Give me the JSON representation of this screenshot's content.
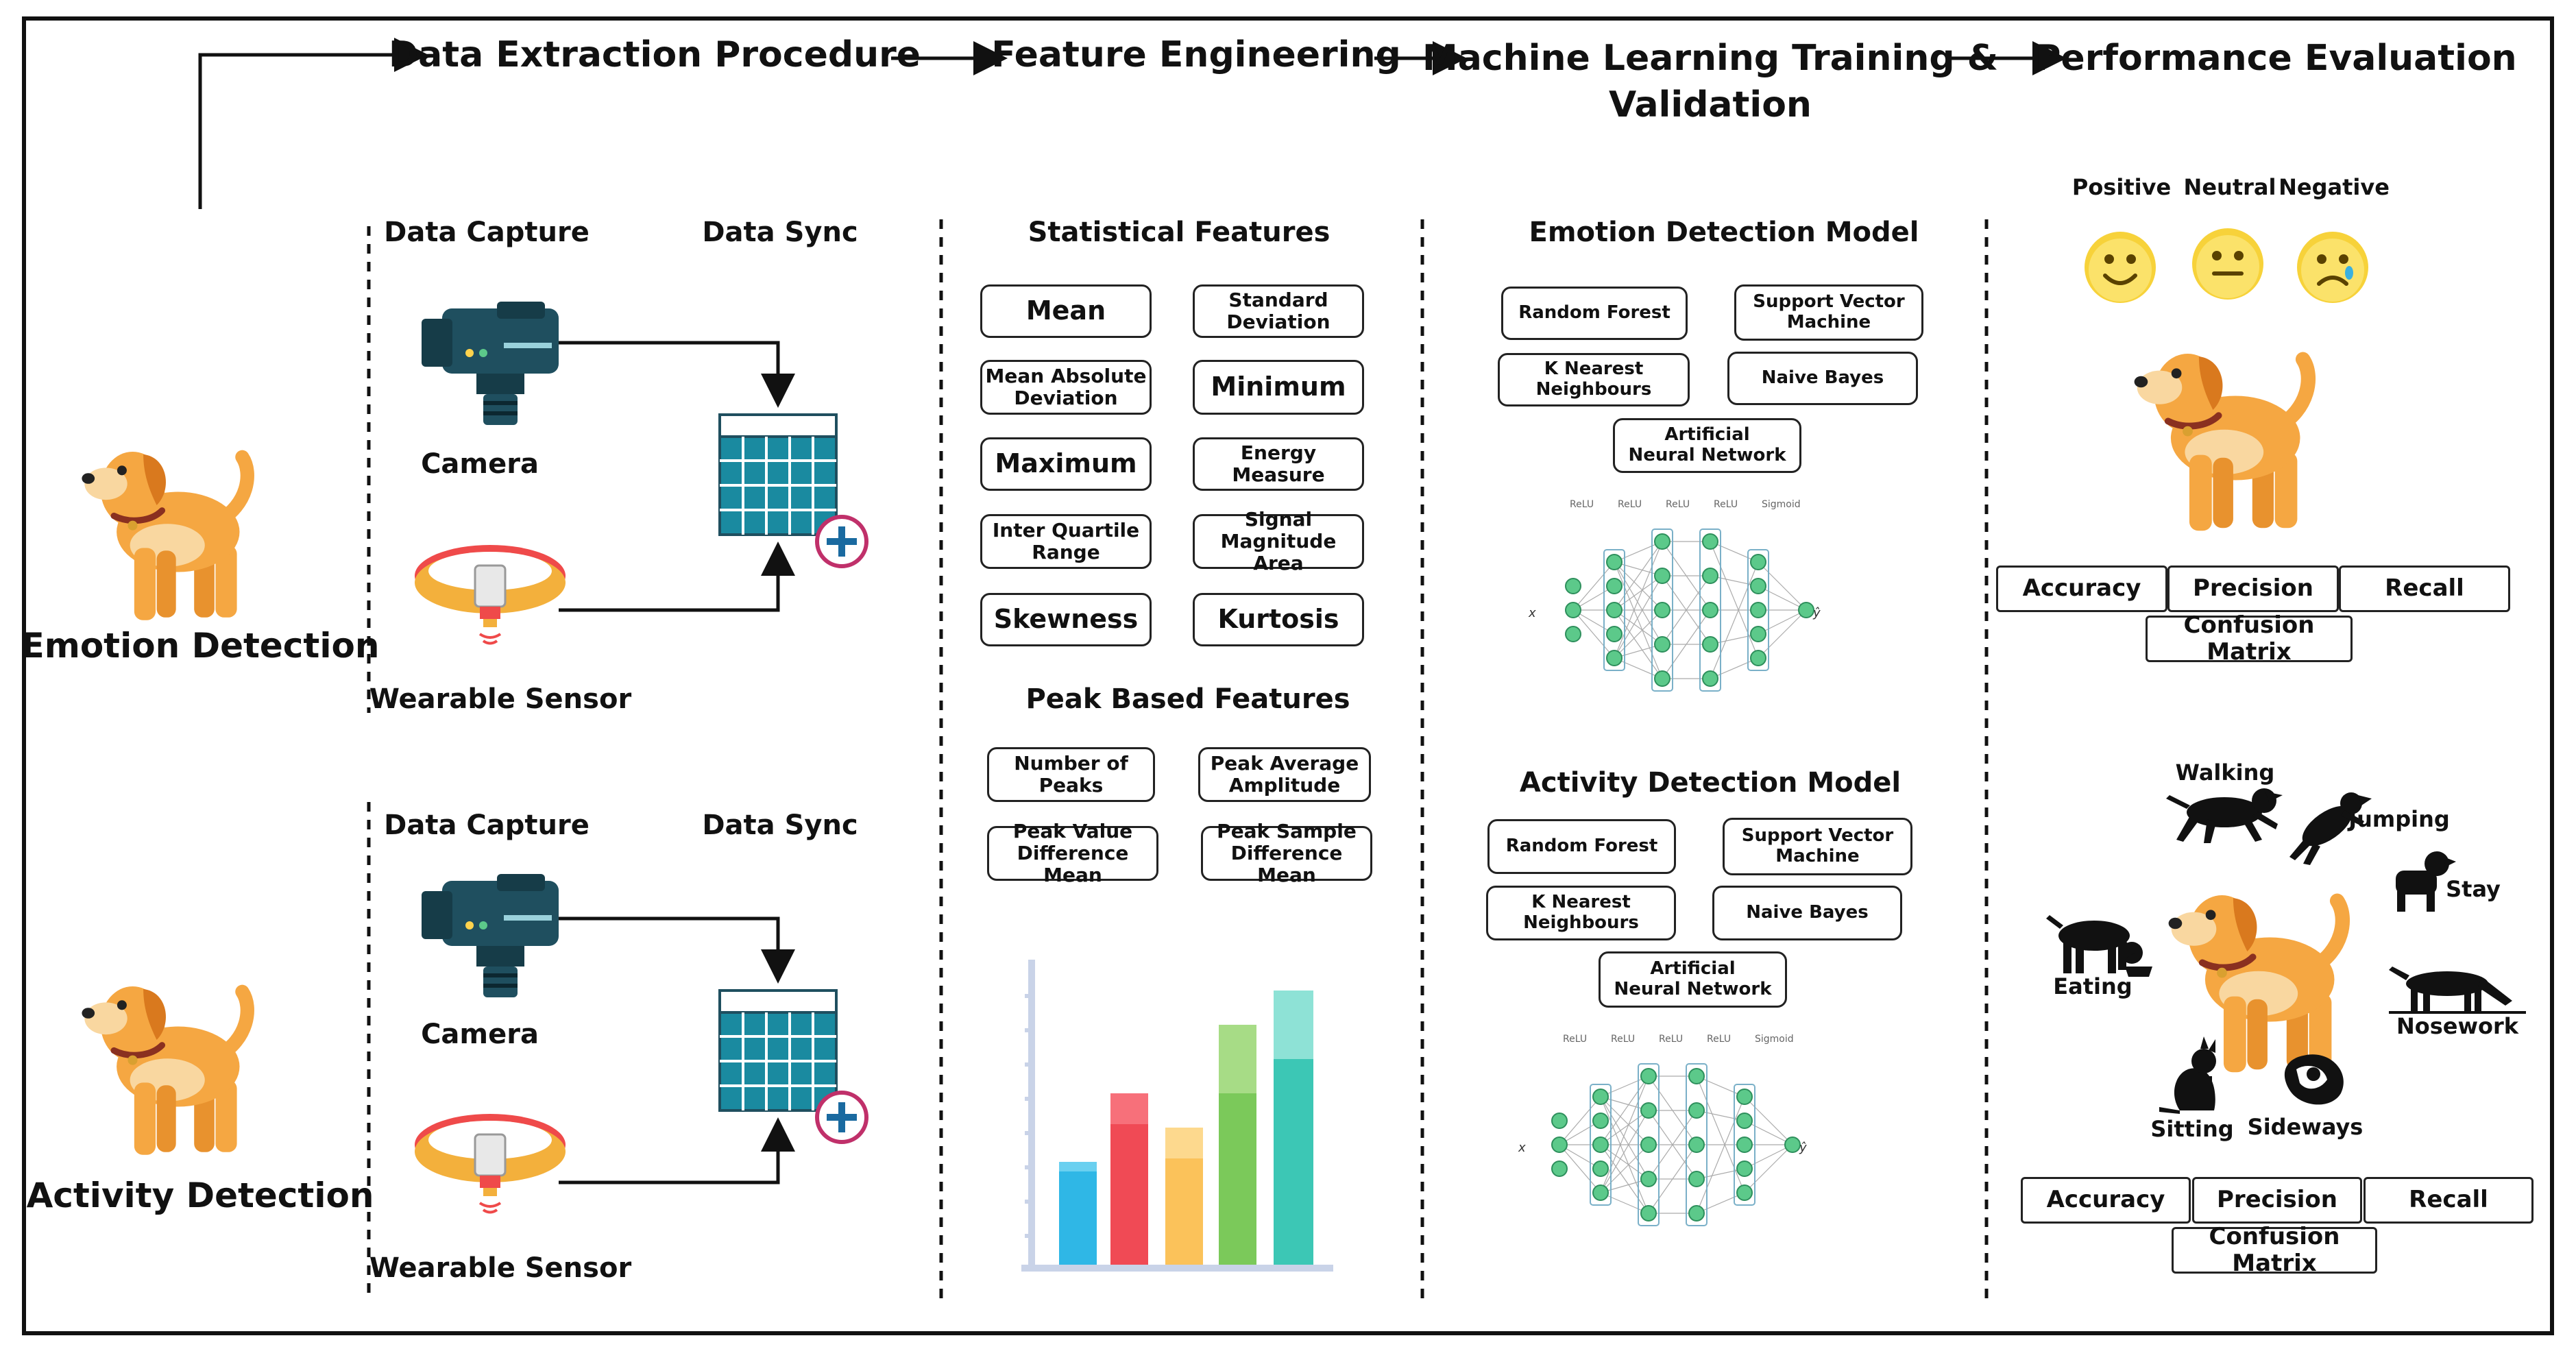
{
  "pipeline": {
    "step1": "Data Extraction Procedure",
    "step2": "Feature Engineering",
    "step3": "Machine Learning Training &",
    "step3b": "Validation",
    "step4": "Performance Evaluation"
  },
  "tasks": {
    "emotion": "Emotion Detection",
    "activity": "Activity Detection"
  },
  "extraction": {
    "data_capture": "Data Capture",
    "data_sync": "Data Sync",
    "camera": "Camera",
    "wearable": "Wearable Sensor"
  },
  "features": {
    "statistical_title": "Statistical Features",
    "mean": "Mean",
    "std": "Standard Deviation",
    "mad1": "Mean Absolute",
    "mad2": "Deviation",
    "minimum": "Minimum",
    "maximum": "Maximum",
    "energy": "Energy Measure",
    "iqr1": "Inter Quartile",
    "iqr2": "Range",
    "sma1": "Signal Magnitude",
    "sma2": "Area",
    "skewness": "Skewness",
    "kurtosis": "Kurtosis",
    "peak_title": "Peak Based Features",
    "num_peaks": "Number of Peaks",
    "paa1": "Peak Average",
    "paa2": "Amplitude",
    "pvdm1": "Peak Value",
    "pvdm2": "Difference Mean",
    "psdm1": "Peak Sample",
    "psdm2": "Difference Mean"
  },
  "models": {
    "emotion_title": "Emotion Detection Model",
    "activity_title": "Activity Detection Model",
    "rf": "Random Forest",
    "svm1": "Support Vector",
    "svm2": "Machine",
    "knn1": "K Nearest",
    "knn2": "Neighbours",
    "nb": "Naive Bayes",
    "ann1": "Artificial",
    "ann2": "Neural Network"
  },
  "evaluation": {
    "positive": "Positive",
    "neutral": "Neutral",
    "negative": "Negative",
    "accuracy": "Accuracy",
    "precision": "Precision",
    "recall": "Recall",
    "confusion": "Confusion Matrix",
    "walking": "Walking",
    "jumping": "Jumping",
    "stay": "Stay",
    "eating": "Eating",
    "nosework": "Nosework",
    "sitting": "Sitting",
    "sideways": "Sideways"
  },
  "colors": {
    "dog": "#f5a742",
    "teal": "#1f4f5f",
    "grid": "#1a8aa0",
    "smiley": "#f7d23a",
    "neuron": "#5cc98a"
  },
  "icons": {
    "dog": "dog-icon",
    "camera": "camera-icon",
    "sensor": "wearable-sensor-icon",
    "sync": "data-sync-grid-icon",
    "bar_chart": "bar-chart-icon",
    "neural_net": "neural-network-icon"
  }
}
